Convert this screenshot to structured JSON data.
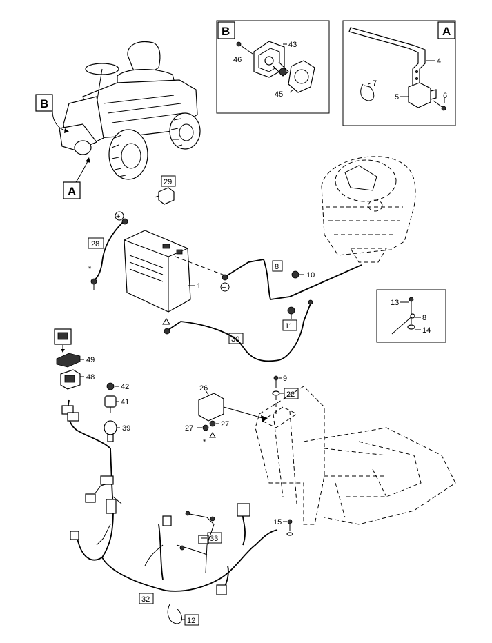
{
  "inset_b": {
    "letter": "B",
    "parts": [
      "43",
      "46",
      "45"
    ]
  },
  "inset_a": {
    "letter": "A",
    "parts": [
      "4",
      "7",
      "5",
      "6"
    ]
  },
  "callouts": {
    "b": "B",
    "a": "A"
  },
  "detail_box": {
    "parts": [
      "13",
      "8",
      "14"
    ]
  },
  "labels": {
    "p29": "29",
    "p28": "28",
    "p1": "1",
    "p8": "8",
    "p10": "10",
    "p11": "11",
    "p30": "30",
    "p49": "49",
    "p48": "48",
    "p42": "42",
    "p41": "41",
    "p39": "39",
    "p26": "26",
    "p9": "9",
    "p22": "22",
    "p27a": "27",
    "p27b": "27",
    "p15": "15",
    "p33": "33",
    "p32": "32",
    "p12": "12"
  },
  "symbols": {
    "plus": "+",
    "minus": "−"
  }
}
